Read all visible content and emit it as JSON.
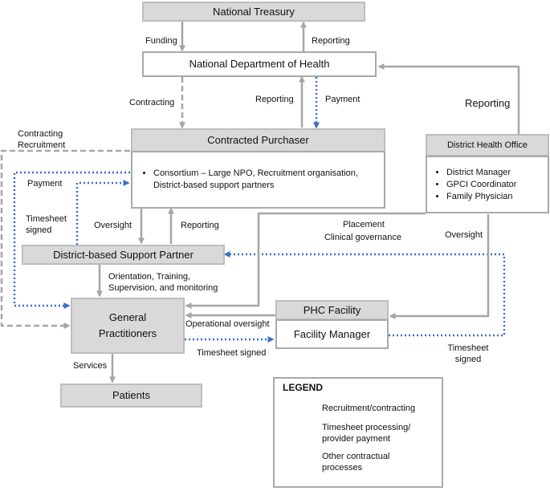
{
  "colors": {
    "box_fill": "#d9d9d9",
    "box_border": "#a9a9a9",
    "grey_arrow": "#a6a6a6",
    "blue_arrow": "#3a6fc4"
  },
  "boxes": {
    "treasury": "National Treasury",
    "ndoh": "National Department of Health",
    "purchaser": "Contracted Purchaser",
    "purchaser_bullet": "Consortium – Large NPO, Recruitment organisation, District-based support partners",
    "dho": "District Health Office",
    "dho_items": [
      "District Manager",
      "GPCI Coordinator",
      "Family Physician"
    ],
    "dsp": "District-based Support Partner",
    "gp": "General Practitioners",
    "phc": "PHC Facility",
    "fm": "Facility Manager",
    "patients": "Patients"
  },
  "labels": {
    "funding": "Funding",
    "reporting_treasury": "Reporting",
    "contracting": "Contracting",
    "reporting_ndoh": "Reporting",
    "payment_ndoh": "Payment",
    "reporting_dho": "Reporting",
    "contracting_recruitment": "Contracting Recruitment",
    "payment_left": "Payment",
    "timesheet_signed_left": "Timesheet signed",
    "oversight_purchaser": "Oversight",
    "reporting_purchaser": "Reporting",
    "placement": "Placement",
    "clinical_governance": "Clinical governance",
    "oversight_dho": "Oversight",
    "orientation": "Orientation, Training, Supervision, and monitoring",
    "operational_oversight": "Operational oversight",
    "timesheet_signed_gp": "Timesheet signed",
    "timesheet_signed_right": "Timesheet signed",
    "services": "Services"
  },
  "legend": {
    "title": "LEGEND",
    "items": [
      {
        "label": "Recruitment/contracting",
        "style": "dashed"
      },
      {
        "label": "Timesheet processing/ provider payment",
        "style": "dotted"
      },
      {
        "label": "Other contractual processes",
        "style": "solid"
      }
    ]
  }
}
